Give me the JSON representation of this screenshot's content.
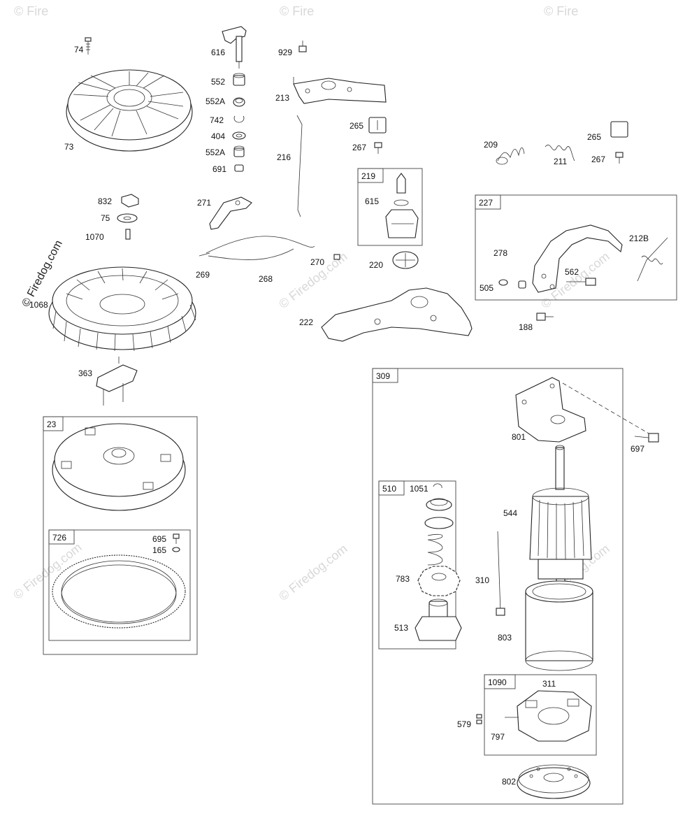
{
  "watermark": {
    "text": "© Firedog.com",
    "side_text": "© Firedog.com",
    "copyright_corner": "© Fire"
  },
  "labels": {
    "l74": "74",
    "l73": "73",
    "l616": "616",
    "l552": "552",
    "l552a_1": "552A",
    "l742": "742",
    "l404": "404",
    "l552a_2": "552A",
    "l691": "691",
    "l929": "929",
    "l213": "213",
    "l265_1": "265",
    "l267_1": "267",
    "l216": "216",
    "l209": "209",
    "l211": "211",
    "l265_2": "265",
    "l267_2": "267",
    "l832": "832",
    "l75": "75",
    "l1070": "1070",
    "l271": "271",
    "l269": "269",
    "l268": "268",
    "l270": "270",
    "l615": "615",
    "l220": "220",
    "l278": "278",
    "l212b": "212B",
    "l505": "505",
    "l562": "562",
    "l1068": "1068",
    "l222": "222",
    "l188": "188",
    "l363": "363",
    "l695": "695",
    "l165": "165",
    "l801": "801",
    "l697": "697",
    "l1051": "1051",
    "l544": "544",
    "l783": "783",
    "l310": "310",
    "l513": "513",
    "l803": "803",
    "l311": "311",
    "l579": "579",
    "l797": "797",
    "l802": "802"
  },
  "boxes": {
    "b219": "219",
    "b227": "227",
    "b23": "23",
    "b726": "726",
    "b309": "309",
    "b510": "510",
    "b1090": "1090"
  }
}
